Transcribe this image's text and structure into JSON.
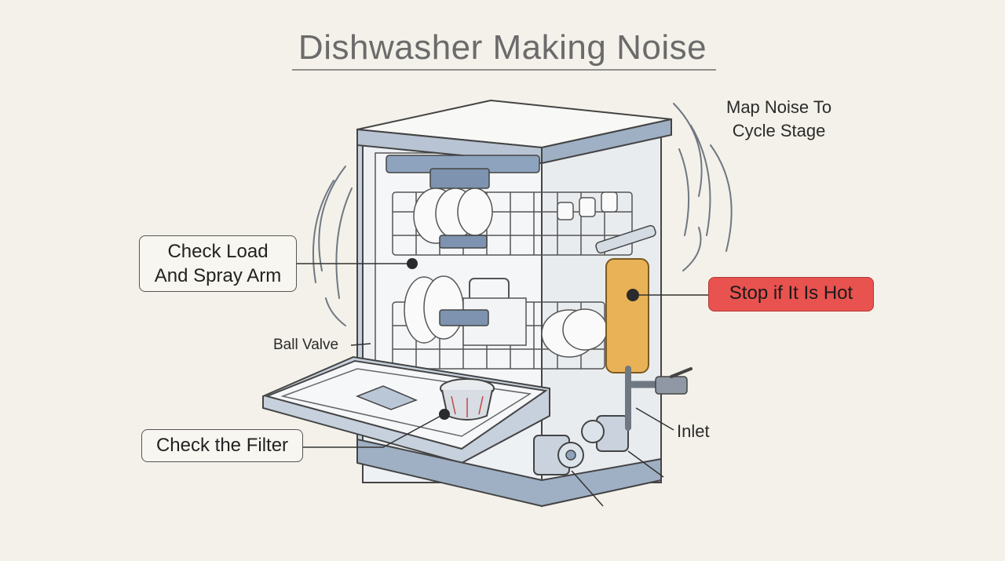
{
  "title": "Dishwasher Making Noise",
  "labels": {
    "map_noise": "Map Noise To\nCycle Stage",
    "check_load": "Check Load\nAnd Spray Arm",
    "stop_hot": "Stop if It Is Hot",
    "ball_valve": "Ball Valve",
    "check_filter": "Check the Filter",
    "inlet": "Inlet"
  },
  "colors": {
    "background": "#f3f1e9",
    "hot_callout": "#e8524f",
    "heater": "#e9b257",
    "appliance_blue": "#8ea3bd"
  }
}
